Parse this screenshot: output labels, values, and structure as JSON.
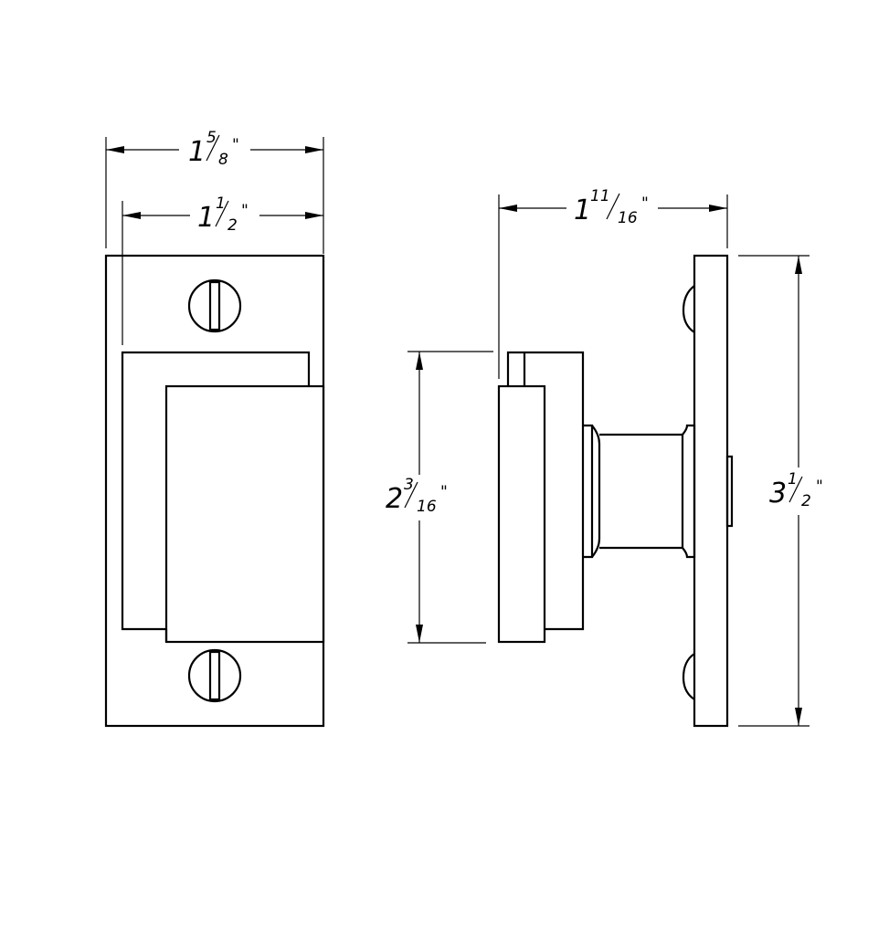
{
  "colors": {
    "line": "#000000",
    "background": "#ffffff"
  },
  "front_view": {
    "overall_width": {
      "whole": "1",
      "num": "5",
      "den": "8",
      "inch": "\""
    },
    "inner_width": {
      "whole": "1",
      "num": "1",
      "den": "2",
      "inch": "\""
    }
  },
  "side_view": {
    "depth": {
      "whole": "1",
      "num": "11",
      "den": "16",
      "inch": "\""
    },
    "block_height": {
      "whole": "2",
      "num": "3",
      "den": "16",
      "inch": "\""
    },
    "plate_height": {
      "whole": "3",
      "num": "1",
      "den": "2",
      "inch": "\""
    }
  }
}
